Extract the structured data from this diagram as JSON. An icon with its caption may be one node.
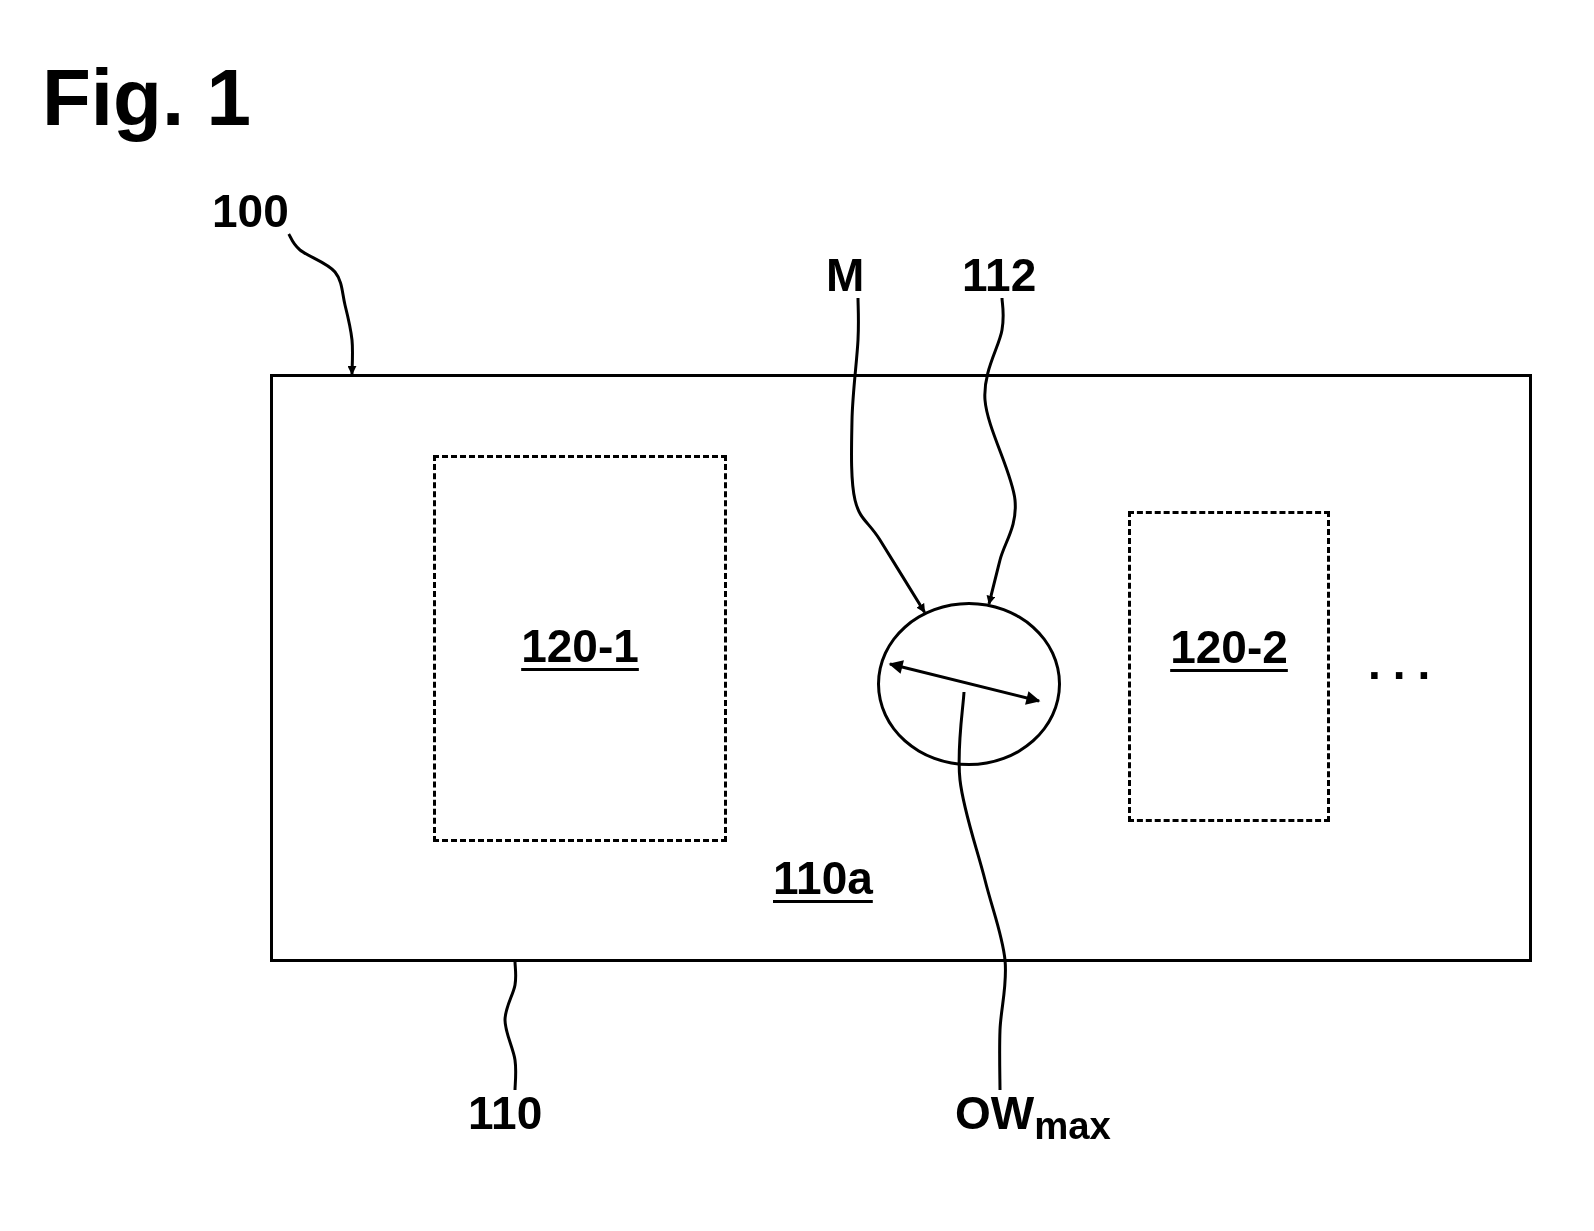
{
  "diagram": {
    "title": "Fig. 1",
    "nodes": [
      {
        "text": [
          "100"
        ]
      },
      {
        "text": [
          "110a"
        ]
      },
      {
        "text": [
          "120-1"
        ],
        "in": 1
      },
      {
        "text": [],
        "shape": "circle",
        "in": 1
      },
      {
        "text": [
          "120-2"
        ],
        "in": 1
      },
      {
        "text": [
          "M"
        ]
      },
      {
        "text": [
          "112"
        ]
      },
      {
        "text": [
          "110"
        ]
      },
      {
        "text": [
          "OW$_{max}$"
        ]
      }
    ],
    "edges": [
      {
        "from": 0,
        "to": 1,
        "arrow": "to"
      },
      {
        "from": 5,
        "to": 3,
        "arrow": "to"
      },
      {
        "from": 6,
        "to": 3,
        "arrow": "to"
      },
      {
        "from": 7,
        "to": 1,
        "arrow": "none"
      },
      {
        "from": 8,
        "to": 3,
        "arrow": "none"
      }
    ],
    "labels": [
      "..."
    ]
  }
}
